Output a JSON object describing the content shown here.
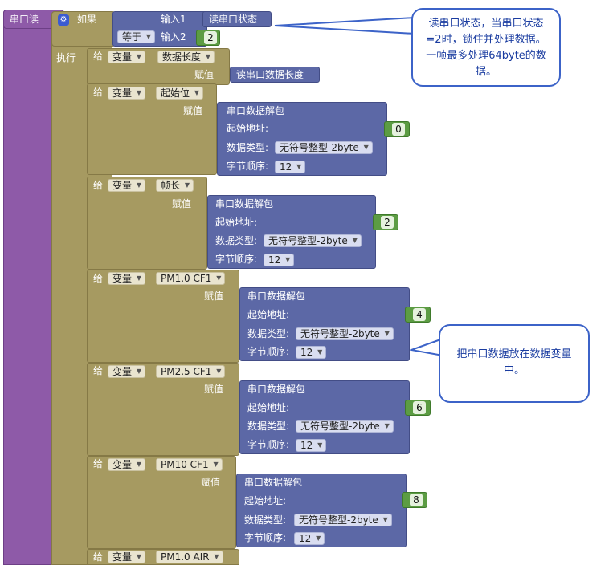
{
  "event": {
    "name": "串口读"
  },
  "if_block": {
    "if_label": "如果",
    "input1_label": "输入1",
    "input2_label": "输入2",
    "compare_op": "等于",
    "read_state": "读串口状态",
    "compare_value": "2"
  },
  "do_label": "执行",
  "assign_label": "给",
  "var_label": "变量",
  "value_label": "赋值",
  "read_len": "读串口数据长度",
  "unpack": {
    "title": "串口数据解包",
    "addr_label": "起始地址:",
    "type_label": "数据类型:",
    "type_value": "无符号整型-2byte",
    "order_label": "字节顺序:",
    "order_value": "12"
  },
  "assignments": [
    {
      "var": "数据长度"
    },
    {
      "var": "起始位",
      "addr": "0"
    },
    {
      "var": "帧长",
      "addr": "2"
    },
    {
      "var": "PM1.0 CF1",
      "addr": "4"
    },
    {
      "var": "PM2.5 CF1",
      "addr": "6"
    },
    {
      "var": "PM10 CF1",
      "addr": "8"
    },
    {
      "var": "PM1.0 AIR"
    }
  ],
  "comments": {
    "c1": "读串口状态，当串口状态=2时，锁住并处理数据。一帧最多处理64byte的数据。",
    "c2": "把串口数据放在数据变量中。"
  },
  "colors": {
    "event": "#8e5aa8",
    "control": "#a69a61",
    "serial": "#5c68a6",
    "number": "#5c9c43"
  }
}
